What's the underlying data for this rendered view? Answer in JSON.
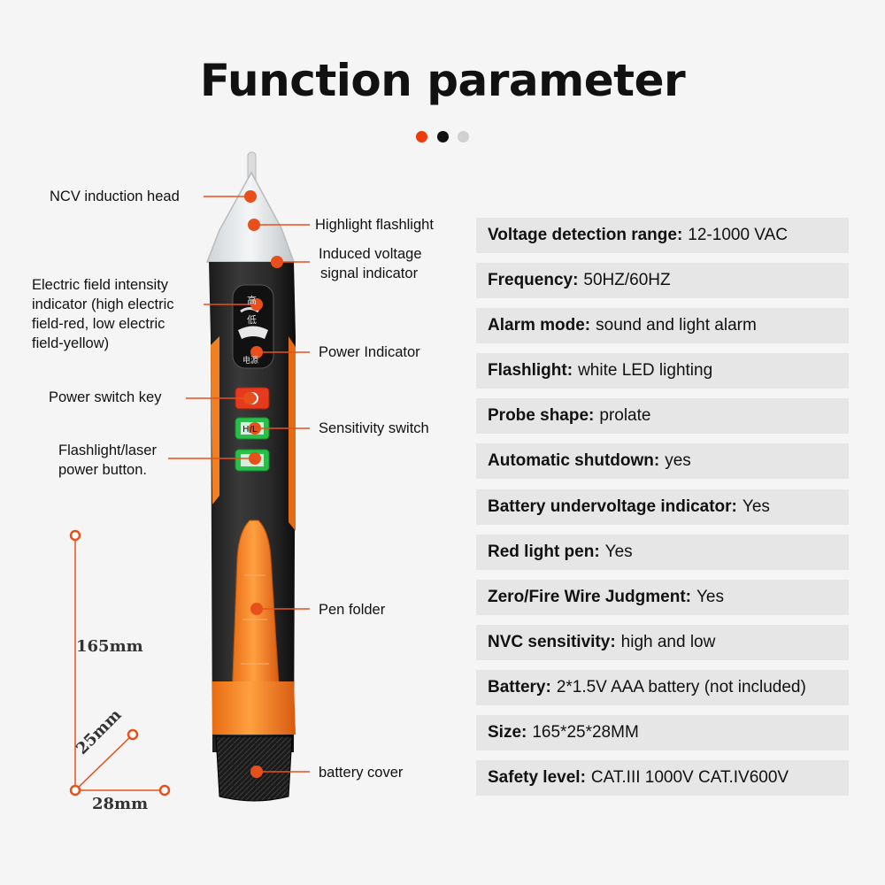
{
  "title": "Function parameter",
  "dots": [
    "#ee3a0c",
    "#111111",
    "#d0d0d0"
  ],
  "accent": "#e8501b",
  "callouts": {
    "ncv_head": "NCV induction head",
    "flashlight": "Highlight flashlight",
    "induced_line1": "Induced voltage",
    "induced_line2": "signal indicator",
    "field_line1": "Electric field intensity",
    "field_line2": "indicator (high electric",
    "field_line3": "field-red, low electric",
    "field_line4": "field-yellow)",
    "power_indicator": "Power Indicator",
    "power_switch": "Power switch key",
    "sensitivity": "Sensitivity switch",
    "laser_line1": "Flashlight/laser",
    "laser_line2": "power button.",
    "pen_folder": "Pen folder",
    "battery_cover": "battery cover"
  },
  "pen_marks": {
    "high": "高",
    "low": "低",
    "power": "电源",
    "hl": "H/L"
  },
  "dimensions": {
    "height": "165mm",
    "depth": "25mm",
    "width": "28mm"
  },
  "specs": [
    {
      "key": "Voltage detection range:",
      "value": "12-1000 VAC"
    },
    {
      "key": "Frequency:",
      "value": "50HZ/60HZ"
    },
    {
      "key": "Alarm mode:",
      "value": "sound and light alarm"
    },
    {
      "key": "Flashlight:",
      "value": "white LED lighting"
    },
    {
      "key": "Probe shape:",
      "value": "prolate"
    },
    {
      "key": "Automatic shutdown:",
      "value": "yes"
    },
    {
      "key": "Battery undervoltage indicator:",
      "value": "Yes"
    },
    {
      "key": "Red light pen:",
      "value": "Yes"
    },
    {
      "key": "Zero/Fire Wire Judgment:",
      "value": "Yes"
    },
    {
      "key": "NVC sensitivity:",
      "value": "high and low"
    },
    {
      "key": "Battery:",
      "value": "2*1.5V AAA battery (not included)"
    },
    {
      "key": "Size:",
      "value": "165*25*28MM"
    },
    {
      "key": "Safety level:",
      "value": "CAT.III 1000V CAT.IV600V"
    }
  ]
}
